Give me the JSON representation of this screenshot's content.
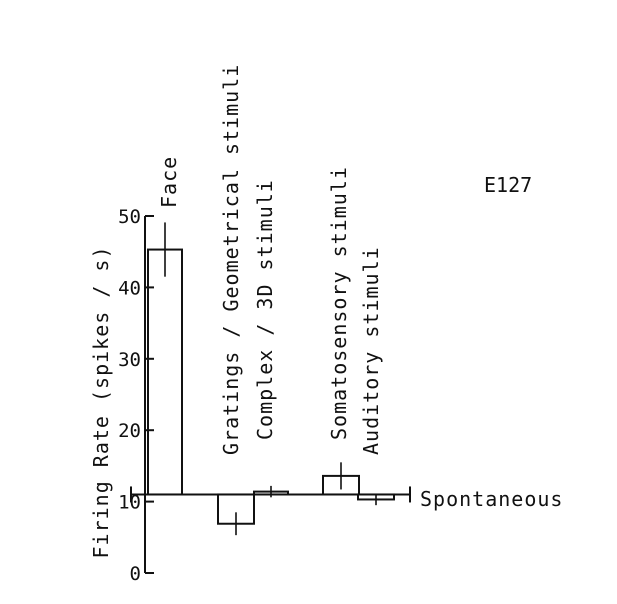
{
  "chart_data": {
    "type": "bar",
    "panel_label": "E127",
    "ylabel": "Firing   Rate  (spikes / s)",
    "ylim": [
      0,
      50
    ],
    "yticks": [
      0,
      10,
      20,
      30,
      40,
      50
    ],
    "baseline": {
      "value": 11,
      "label": "Spontaneous"
    },
    "categories": [
      "Face",
      "Gratings / Geometrical  stimuli",
      "Complex / 3D  stimuli",
      "Somatosensory  stimuli",
      "Auditory  stimuli"
    ],
    "values": [
      45.3,
      6.9,
      11.4,
      13.6,
      10.3
    ],
    "errors": [
      3.8,
      1.6,
      0.8,
      1.9,
      0.8
    ],
    "grid": false,
    "colors": {
      "ink": "#111111",
      "background": "#ffffff"
    }
  }
}
